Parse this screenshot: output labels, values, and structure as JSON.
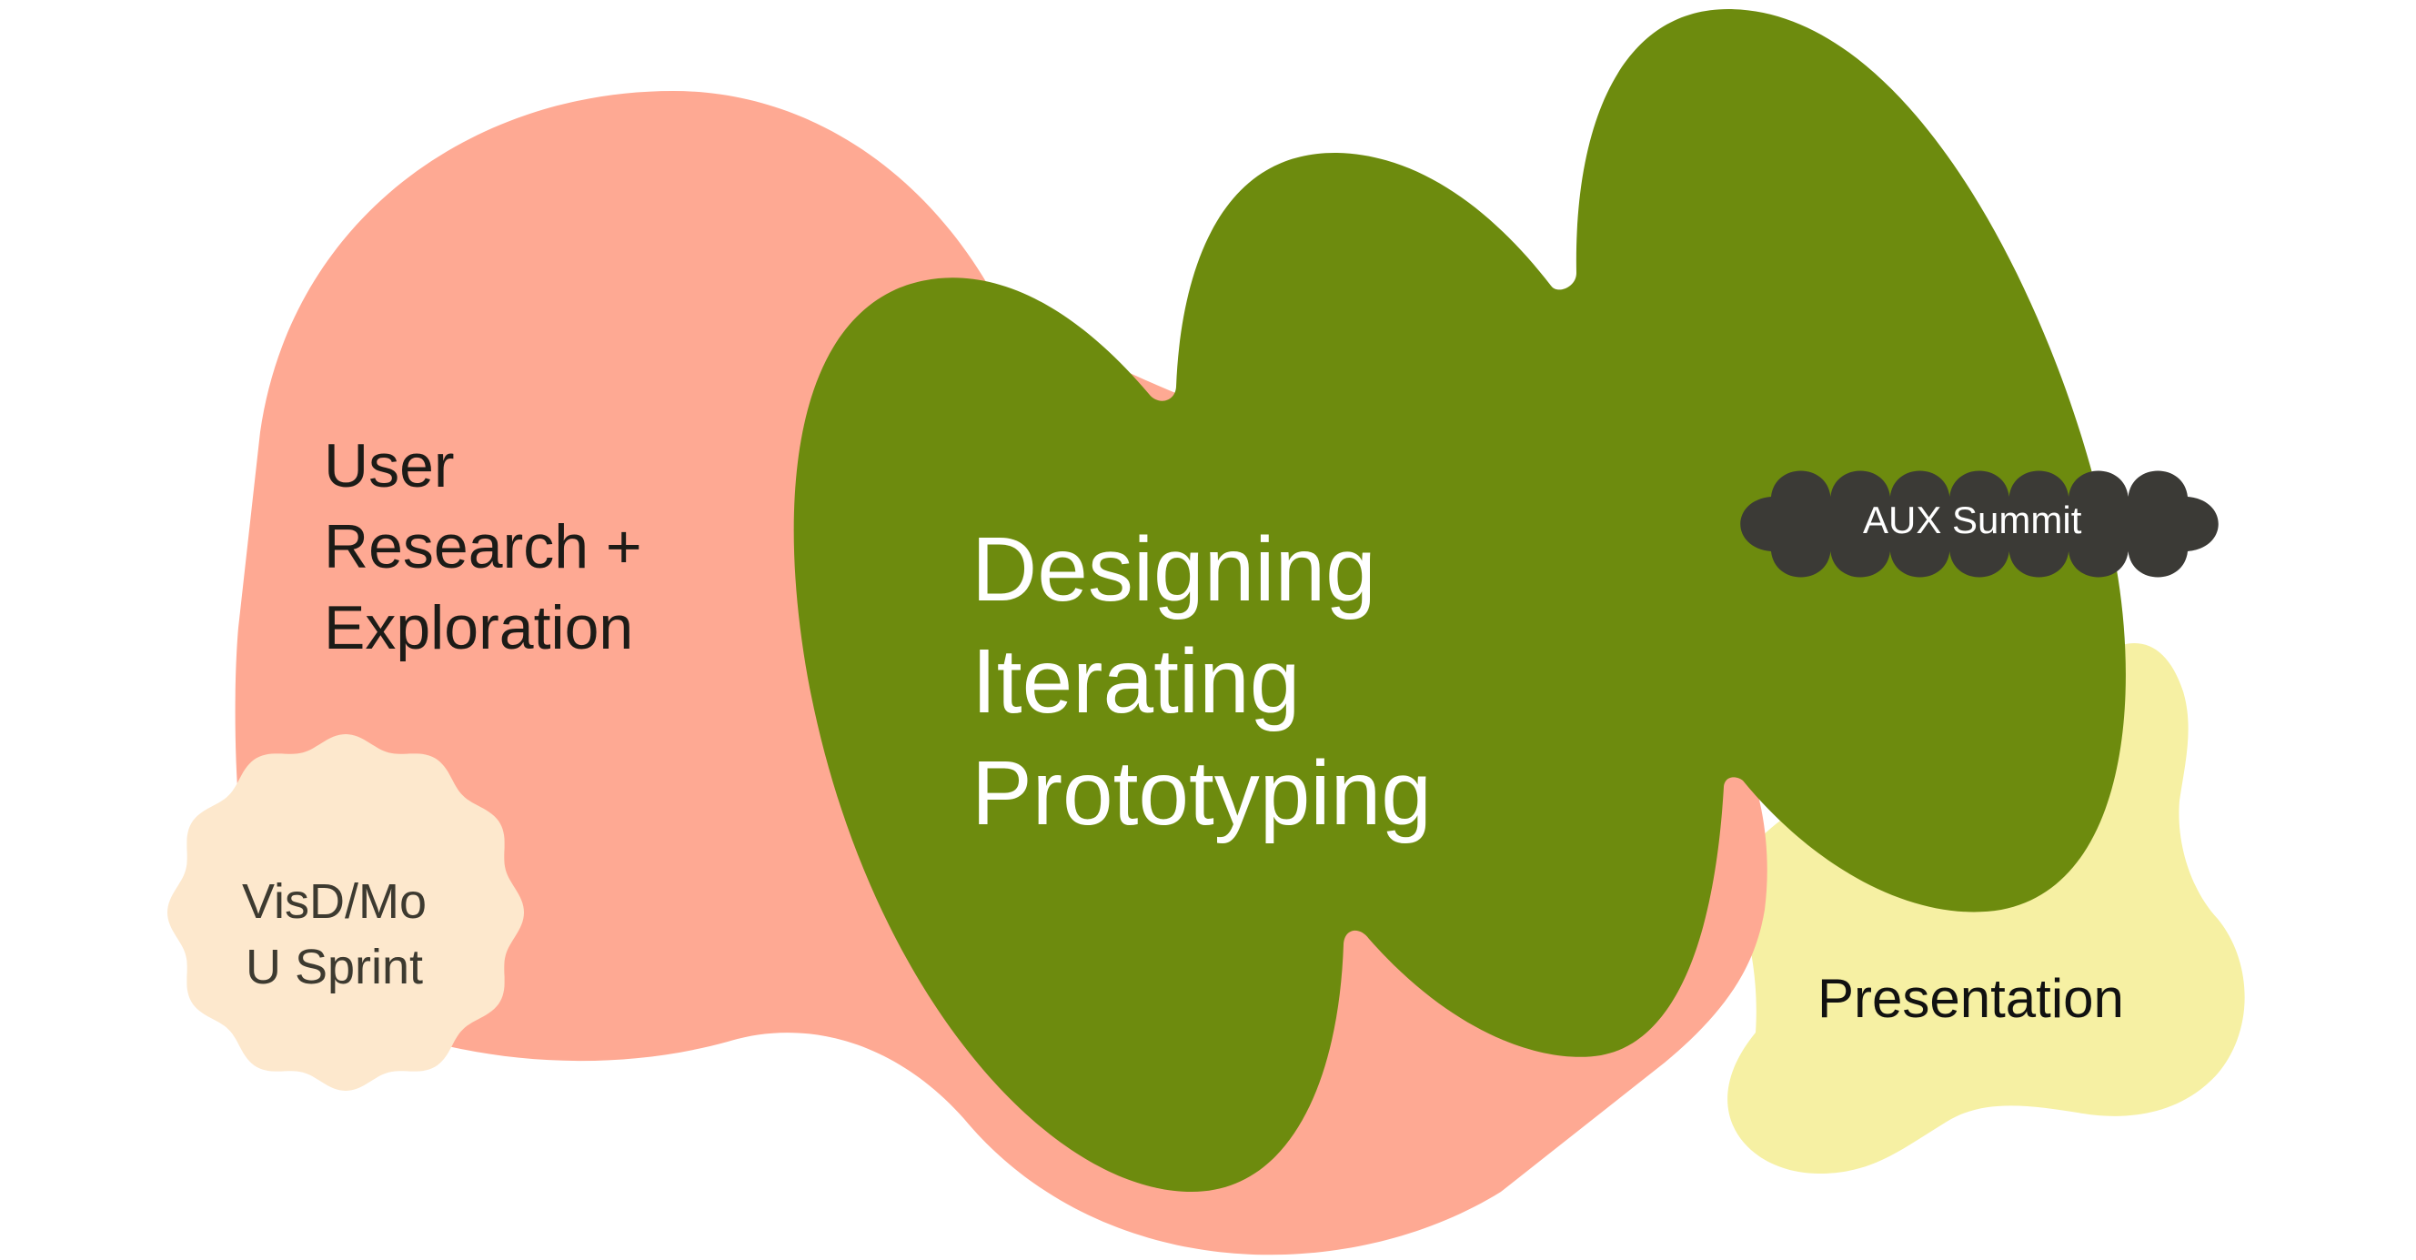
{
  "colors": {
    "research": "#fea993",
    "design": "#6d8b0e",
    "presentation": "#f6f0a3",
    "sprint": "#fde8cd",
    "summit": "#3b3a36",
    "summit_text": "#ffffff",
    "design_text": "#ffffff"
  },
  "labels": {
    "research": [
      "User",
      "Research +",
      "Exploration"
    ],
    "design": [
      "Designing",
      "Iterating",
      "Prototyping"
    ],
    "sprint": [
      "VisD/Mo",
      "U Sprint"
    ],
    "summit": "AUX Summit",
    "presentation": "Presentation"
  }
}
